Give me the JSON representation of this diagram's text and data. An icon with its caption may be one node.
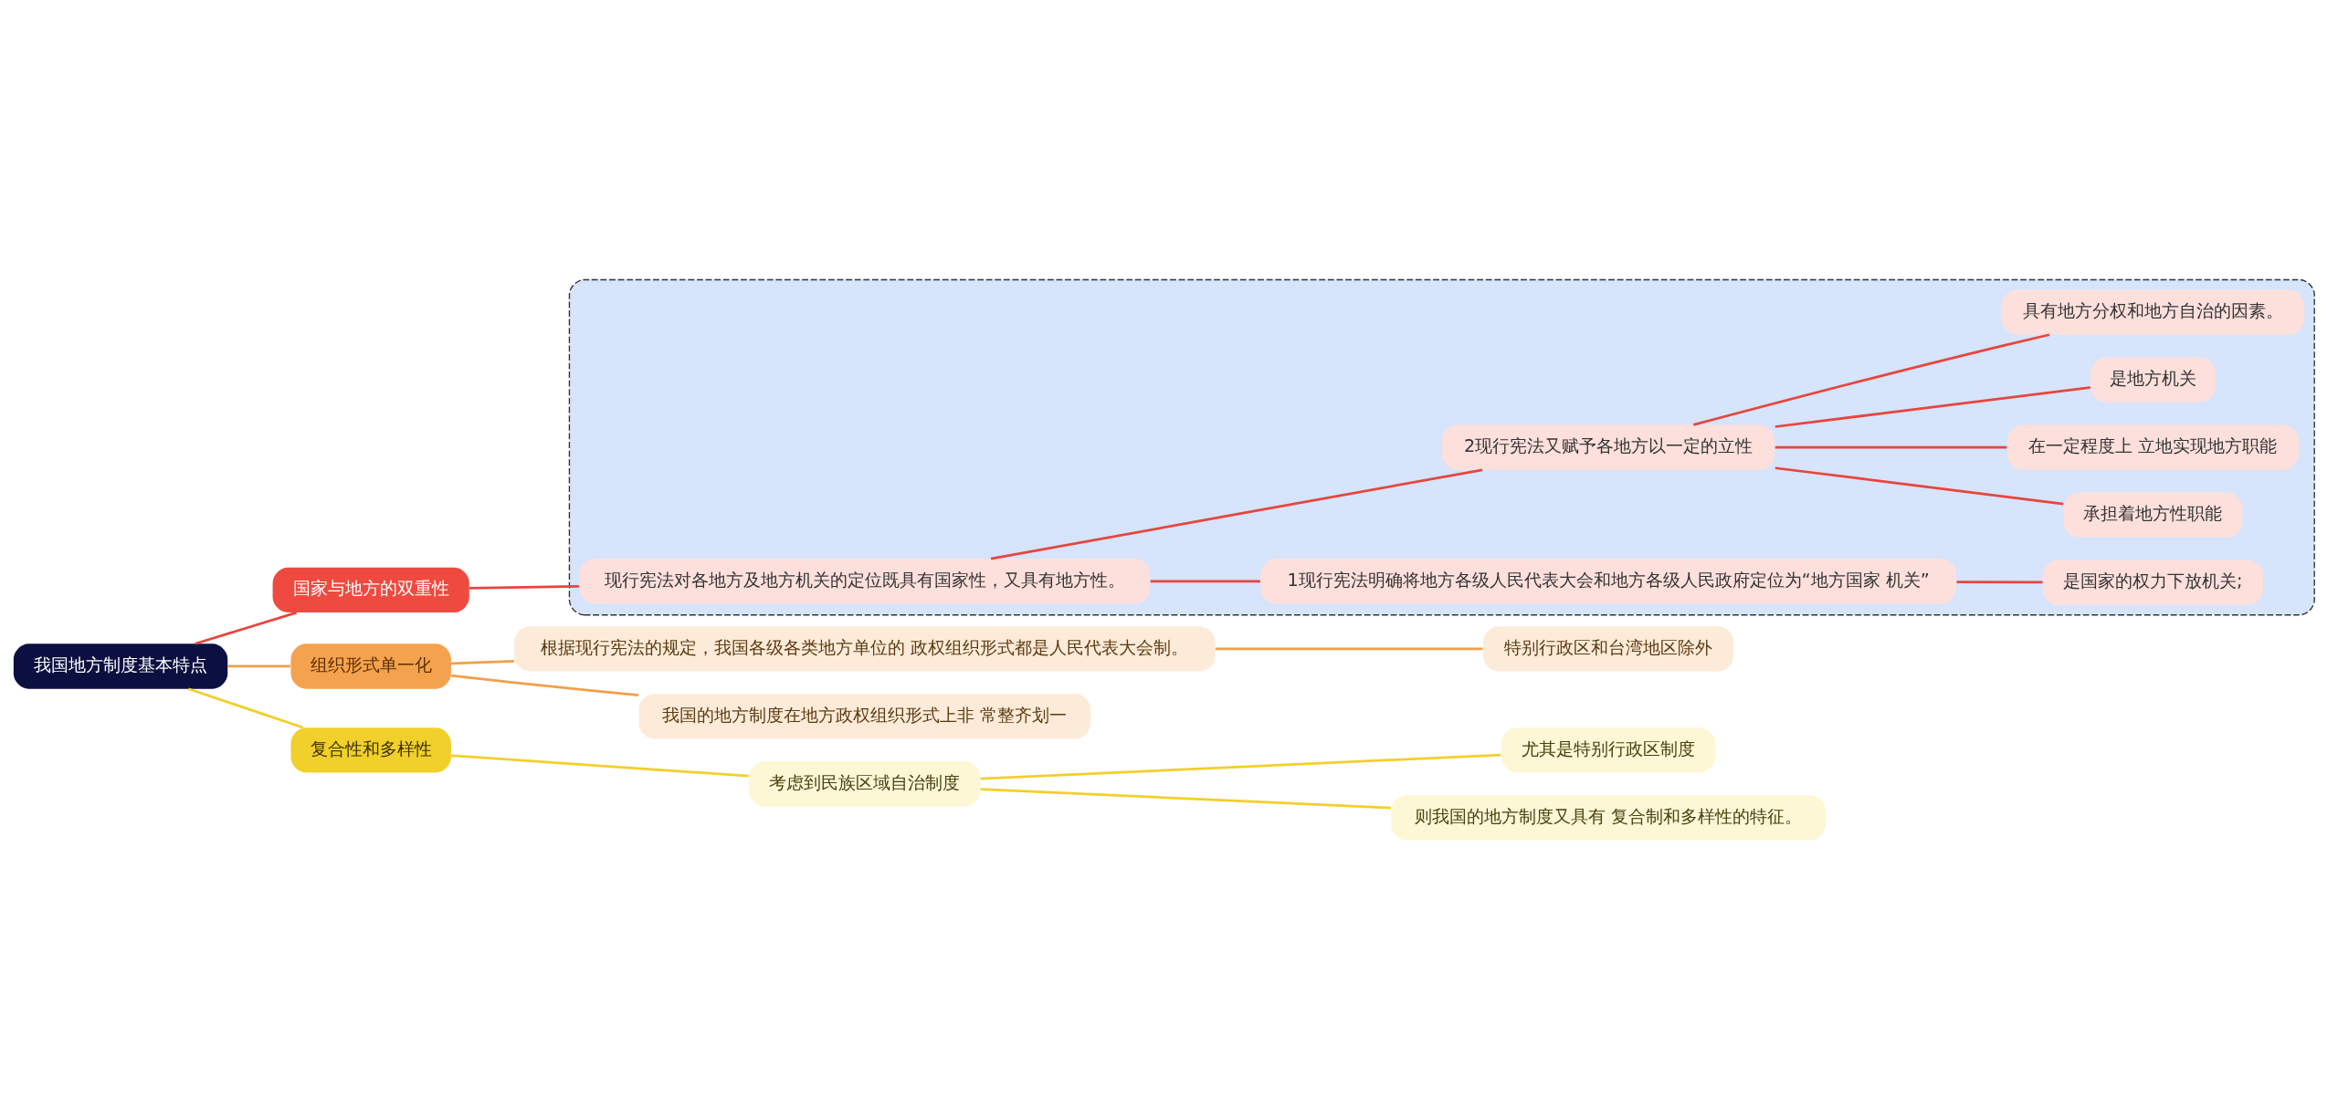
{
  "diagram": {
    "nodes": [
      {
        "text": [
          "我国地方制度基本特点"
        ]
      },
      {
        "text": [
          "国家与地方的双重性"
        ]
      },
      {
        "text": [],
        "shape": "box"
      },
      {
        "text": [
          "现行宪法对各地方及地方机关的定位既具有国家性，又具有地方性。"
        ],
        "in": 2
      },
      {
        "text": [
          "1现行宪法明确将地方各级人民代表大会和地方各级人民政府定位为“地方国家 机关”"
        ],
        "in": 2
      },
      {
        "text": [
          "是国家的权力下放机关;"
        ],
        "in": 2
      },
      {
        "text": [
          "2现行宪法又赋予各地方以一定的立性"
        ],
        "in": 2
      },
      {
        "text": [
          "承担着地方性职能"
        ],
        "in": 2
      },
      {
        "text": [
          "在一定程度上 立地实现地方职能"
        ],
        "in": 2
      },
      {
        "text": [
          "是地方机关"
        ],
        "in": 2
      },
      {
        "text": [
          "具有地方分权和地方自治的因素。"
        ],
        "in": 2
      },
      {
        "text": [
          "组织形式单一化"
        ]
      },
      {
        "text": [
          "根据现行宪法的规定，我国各级各类地方单位的 政权组织形式都是人民代表大会制。"
        ]
      },
      {
        "text": [
          "特别行政区和台湾地区除外"
        ]
      },
      {
        "text": [
          "我国的地方制度在地方政权组织形式上非 常整齐划一"
        ]
      },
      {
        "text": [
          "复合性和多样性"
        ]
      },
      {
        "text": [
          "考虑到民族区域自治制度"
        ]
      },
      {
        "text": [
          "尤其是特别行政区制度"
        ]
      },
      {
        "text": [
          "则我国的地方制度又具有 复合制和多样性的特征。"
        ]
      }
    ],
    "edges": [
      {
        "from": 0,
        "to": 1,
        "arrow": "none"
      },
      {
        "from": 1,
        "to": 3,
        "arrow": "none"
      },
      {
        "from": 3,
        "to": 4,
        "arrow": "none"
      },
      {
        "from": 4,
        "to": 5,
        "arrow": "none"
      },
      {
        "from": 3,
        "to": 6,
        "arrow": "none"
      },
      {
        "from": 6,
        "to": 7,
        "arrow": "none"
      },
      {
        "from": 6,
        "to": 8,
        "arrow": "none"
      },
      {
        "from": 6,
        "to": 9,
        "arrow": "none"
      },
      {
        "from": 6,
        "to": 10,
        "arrow": "none"
      },
      {
        "from": 0,
        "to": 11,
        "arrow": "none",
        "color": "#f0a04b"
      },
      {
        "from": 11,
        "to": 12,
        "arrow": "none",
        "color": "#f0a04b"
      },
      {
        "from": 12,
        "to": 13,
        "arrow": "none",
        "color": "#f0a04b"
      },
      {
        "from": 11,
        "to": 14,
        "arrow": "none",
        "color": "#f0a04b"
      },
      {
        "from": 0,
        "to": 15,
        "arrow": "none",
        "color": "#f2cf2b"
      },
      {
        "from": 15,
        "to": 16,
        "arrow": "none",
        "color": "#f2cf2b"
      },
      {
        "from": 16,
        "to": 17,
        "arrow": "none",
        "color": "#f2cf2b"
      },
      {
        "from": 16,
        "to": 18,
        "arrow": "none",
        "color": "#f2cf2b"
      }
    ]
  }
}
